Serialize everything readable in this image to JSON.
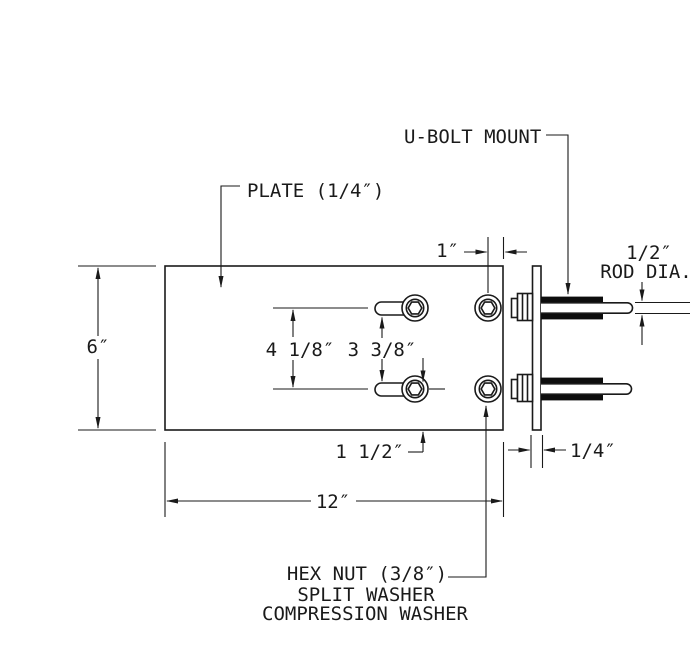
{
  "drawing": {
    "labels": {
      "u_bolt_mount": "U-BOLT MOUNT",
      "plate": "PLATE (1/4″)",
      "hex_nut": "HEX NUT (3/8″)",
      "split_washer": "SPLIT WASHER",
      "compression_washer": "COMPRESSION WASHER",
      "rod_dia_value": "1/2″",
      "rod_dia_label": "ROD DIA."
    },
    "dimensions": {
      "plate_height": "6″",
      "plate_width": "12″",
      "edge_to_bolt": "1″",
      "slot_outer_spacing": "4 1/8″",
      "slot_inner_spacing": "3 3/8″",
      "slot_to_bottom": "1 1/2″",
      "bracket_thickness": "1/4″"
    },
    "colors": {
      "line": "#1a1a1a",
      "background": "#ffffff",
      "thread_fill": "#0d0d0d"
    }
  }
}
